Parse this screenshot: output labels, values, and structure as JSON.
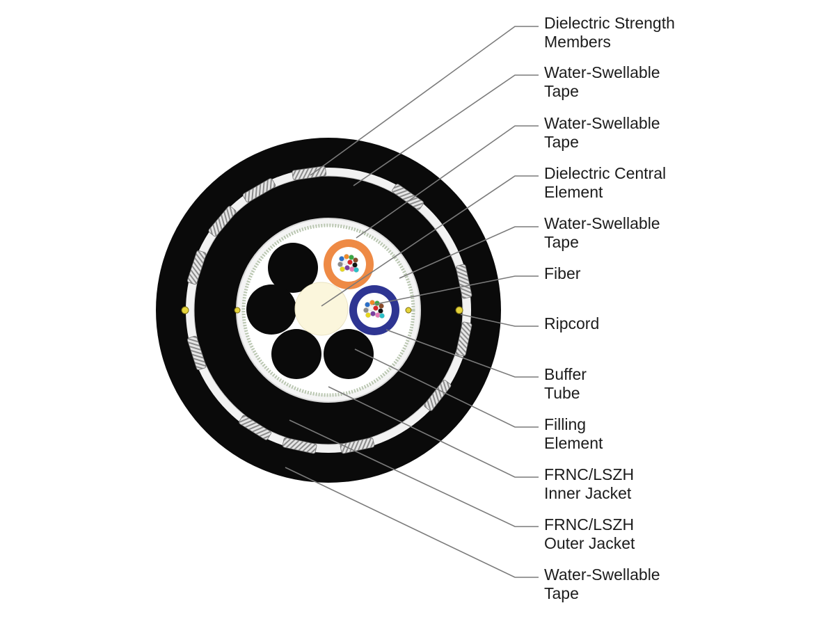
{
  "colors": {
    "jacket": "#0a0a0a",
    "tape": "#f2f2f2",
    "leader": "#7a7a7a",
    "buffer_orange": "#ee8a45",
    "buffer_blue": "#2e3592",
    "central_element": "#fbf6dc",
    "ripcord": "#e3d23a"
  },
  "labels": [
    {
      "id": "dielectric-strength-members",
      "lines": [
        "Dielectric Strength",
        "Members"
      ]
    },
    {
      "id": "water-swellable-tape-1",
      "lines": [
        "Water-Swellable",
        "Tape"
      ]
    },
    {
      "id": "water-swellable-tape-2",
      "lines": [
        "Water-Swellable",
        "Tape"
      ]
    },
    {
      "id": "dielectric-central-element",
      "lines": [
        "Dielectric Central",
        "Element"
      ]
    },
    {
      "id": "water-swellable-tape-3",
      "lines": [
        "Water-Swellable",
        "Tape"
      ]
    },
    {
      "id": "fiber",
      "lines": [
        "Fiber"
      ]
    },
    {
      "id": "ripcord",
      "lines": [
        "Ripcord"
      ]
    },
    {
      "id": "buffer-tube",
      "lines": [
        "Buffer",
        "Tube"
      ]
    },
    {
      "id": "filling-element",
      "lines": [
        "Filling",
        "Element"
      ]
    },
    {
      "id": "inner-jacket",
      "lines": [
        "FRNC/LSZH",
        "Inner Jacket"
      ]
    },
    {
      "id": "outer-jacket",
      "lines": [
        "FRNC/LSZH",
        "Outer Jacket"
      ]
    },
    {
      "id": "water-swellable-tape-4",
      "lines": [
        "Water-Swellable",
        "Tape"
      ]
    }
  ]
}
